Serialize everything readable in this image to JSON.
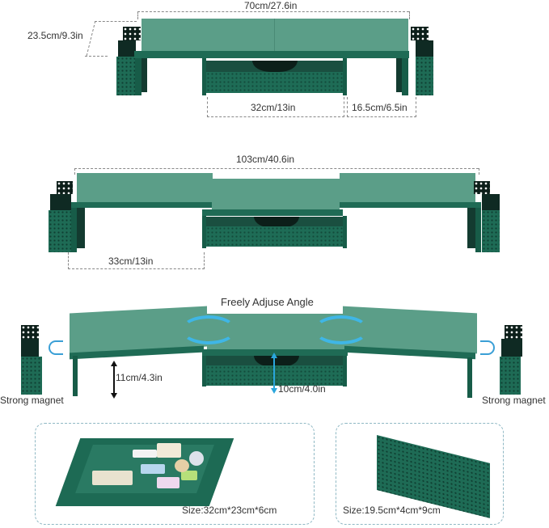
{
  "section_compact": {
    "width_label": "70cm/27.6in",
    "depth_label": "23.5cm/9.3in",
    "drawer_width_label": "32cm/13in",
    "side_gap_label": "16.5cm/6.5in"
  },
  "section_extended": {
    "width_label": "103cm/40.6in",
    "side_shelf_label": "33cm/13in"
  },
  "section_angle": {
    "title": "Freely Adjuse Angle",
    "shelf_height_label": "11cm/4.3in",
    "drawer_height_label": "10cm/4.0in",
    "magnet_left_label": "Strong magnet",
    "magnet_right_label": "Strong magnet"
  },
  "accessories": [
    {
      "name": "drawer-organizer-tray",
      "size_label": "Size:32cm*23cm*6cm"
    },
    {
      "name": "pen-holder",
      "size_label": "Size:19.5cm*4cm*9cm"
    }
  ],
  "colors": {
    "shelf_top": "#5b9e88",
    "shelf_body": "#1f6b55",
    "accent_blue": "#3fb6e6",
    "panel_border": "#8fb8c4"
  }
}
